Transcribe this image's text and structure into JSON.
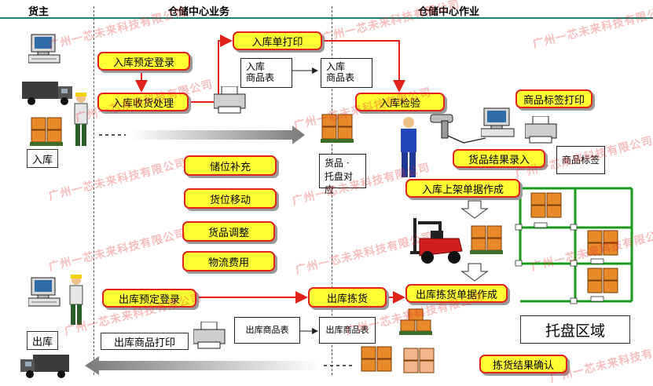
{
  "headers": {
    "owner": "货主",
    "business": "仓储中心业务",
    "operation": "仓储中心作业"
  },
  "owner_labels": {
    "inbound": "入库",
    "outbound": "出库"
  },
  "process_boxes": {
    "inbound_booking": "入库预定登录",
    "inbound_receiving": "入库收货处理",
    "inbound_order_print": "入库单打印",
    "inbound_inspection": "入库检验",
    "label_print": "商品标签打印",
    "result_entry": "货品结果录入",
    "putaway_doc": "入库上架单据作成",
    "replenish": "储位补充",
    "location_move": "货位移动",
    "goods_adjust": "货品调整",
    "logistics_cost": "物流费用",
    "outbound_booking": "出库预定登录",
    "outbound_picking": "出库拣货",
    "picking_doc": "出库拣货单据作成",
    "picking_confirm": "拣货结果确认"
  },
  "documents": {
    "inbound_list_a": [
      "入库",
      "商品表"
    ],
    "inbound_list_b": [
      "入库",
      "商品表"
    ],
    "goods_pallet": [
      "货品 ·",
      "托盘对应"
    ],
    "product_label": "商品标签",
    "outbound_list_a": "出库商品表",
    "outbound_list_b": "出库商品表",
    "outbound_print": "出库商品打印"
  },
  "pallet_zone": "托盘区域",
  "watermark": "广州一芯未来科技有限公司",
  "colors": {
    "box_fill": "#ffff33",
    "box_border": "#e2231a",
    "rack_green": "#1a9a1a",
    "arrow_red": "#e2231a",
    "carton_orange": "#e8892a",
    "forklift_red": "#d11f1f",
    "header_line": "#1a7f6e"
  }
}
